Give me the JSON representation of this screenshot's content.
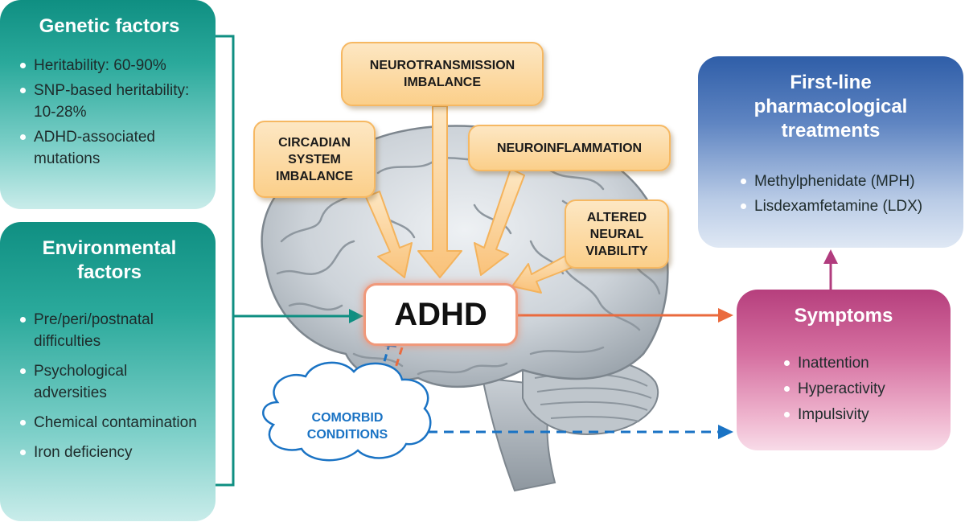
{
  "genetic": {
    "title": "Genetic factors",
    "items": [
      "Heritability: 60-90%",
      "SNP-based heritability: 10-28%",
      "ADHD-associated mutations"
    ]
  },
  "environmental": {
    "title": "Environmental factors",
    "items": [
      "Pre/peri/postnatal difficulties",
      "Psychological adversities",
      "Chemical contamination",
      "Iron deficiency"
    ]
  },
  "mechanisms": {
    "neurotransmission": "NEUROTRANSMISSION IMBALANCE",
    "circadian": "CIRCADIAN SYSTEM IMBALANCE",
    "neuroinflammation": "NEUROINFLAMMATION",
    "neural_viability": "ALTERED NEURAL VIABILITY"
  },
  "center": {
    "label": "ADHD"
  },
  "comorbid": {
    "label": "COMORBID CONDITIONS"
  },
  "treatments": {
    "title": "First-line pharmacological treatments",
    "items": [
      "Methylphenidate (MPH)",
      "Lisdexamfetamine (LDX)"
    ]
  },
  "symptoms": {
    "title": "Symptoms",
    "items": [
      "Inattention",
      "Hyperactivity",
      "Impulsivity"
    ]
  },
  "colors": {
    "teal": "#0f8f82",
    "orange_arrow": "#ea6a3d",
    "blue_dashed": "#1a73c4",
    "magenta_arrow": "#b13c7e",
    "orange_box": "#fbcf8a"
  }
}
